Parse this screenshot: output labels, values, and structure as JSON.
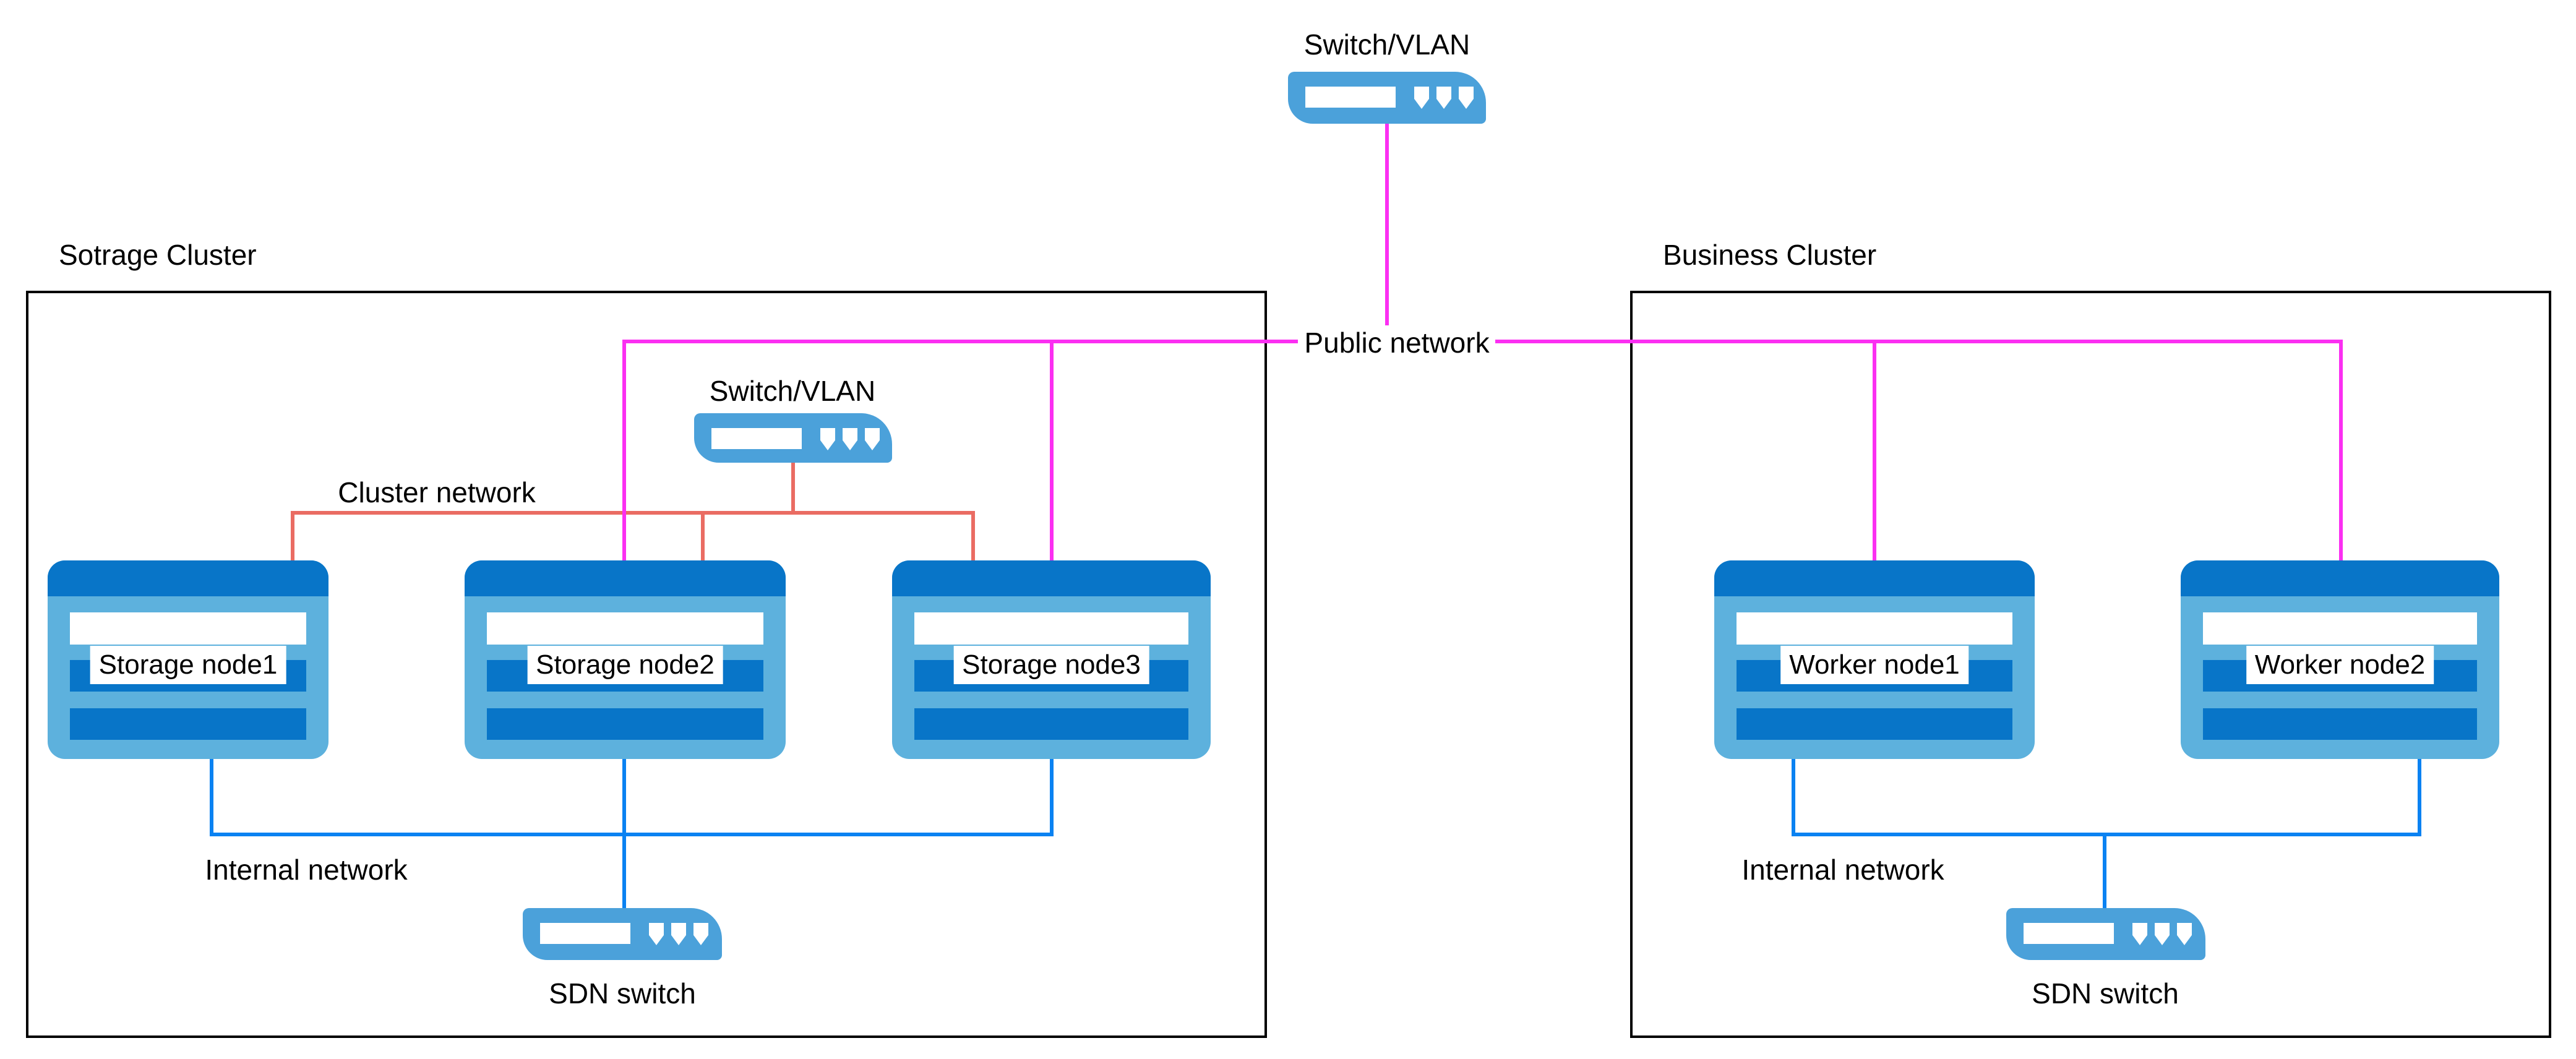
{
  "colors": {
    "magenta": "#fb2ff2",
    "red": "#ea6c63",
    "blue": "#0a82f2",
    "node-body": "#5db1dd",
    "node-dark": "#0875c8",
    "switch-blue": "#4ba1da",
    "border": "#000000",
    "label-bg": "#ffffff"
  },
  "networks": {
    "public": {
      "label": "Public network",
      "color": "#fb2ff2"
    },
    "cluster": {
      "label": "Cluster network",
      "color": "#ea6c63"
    },
    "internal": {
      "label": "Internal network",
      "color": "#0a82f2"
    }
  },
  "top_switch": {
    "label": "Switch/VLAN"
  },
  "clusters": {
    "storage": {
      "title": "Sotrage Cluster",
      "cluster_network_label": "Cluster network",
      "internal_network_label": "Internal network",
      "switch_label": "Switch/VLAN",
      "sdn_switch_label": "SDN switch",
      "nodes": [
        {
          "label": "Storage node1"
        },
        {
          "label": "Storage node2"
        },
        {
          "label": "Storage node3"
        }
      ]
    },
    "business": {
      "title": "Business Cluster",
      "internal_network_label": "Internal network",
      "sdn_switch_label": "SDN switch",
      "nodes": [
        {
          "label": "Worker node1"
        },
        {
          "label": "Worker node2"
        }
      ]
    }
  }
}
